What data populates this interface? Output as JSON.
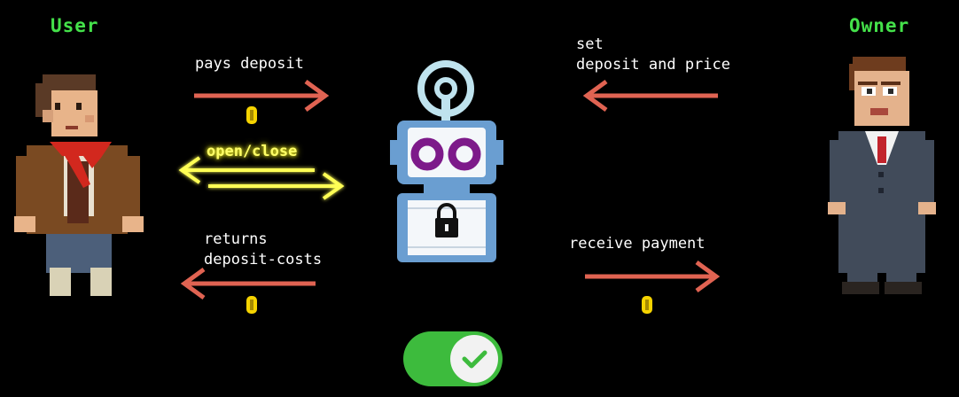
{
  "roles": {
    "user": "User",
    "owner": "Owner"
  },
  "edges": {
    "pays_deposit": "pays deposit",
    "open_close": "open/close",
    "returns_line1": "returns",
    "returns_line2": "deposit-costs",
    "set_line1": "set",
    "set_line2": "deposit and price",
    "receive_payment": "receive payment"
  },
  "colors": {
    "arrow": "#e06352",
    "glow_arrow": "#ffff55",
    "label_green": "#44e14a",
    "coin": "#f5d300",
    "robot_frame": "#6a9ed1",
    "robot_eyes": "#7d1a8a",
    "toggle_on": "#3dbb3d"
  },
  "icons": {
    "user": "user-character-icon",
    "owner": "owner-character-icon",
    "robot": "robot-lock-icon",
    "toggle": "toggle-switch-on-icon",
    "coin": "coin-icon"
  },
  "toggle": {
    "state": "on"
  }
}
